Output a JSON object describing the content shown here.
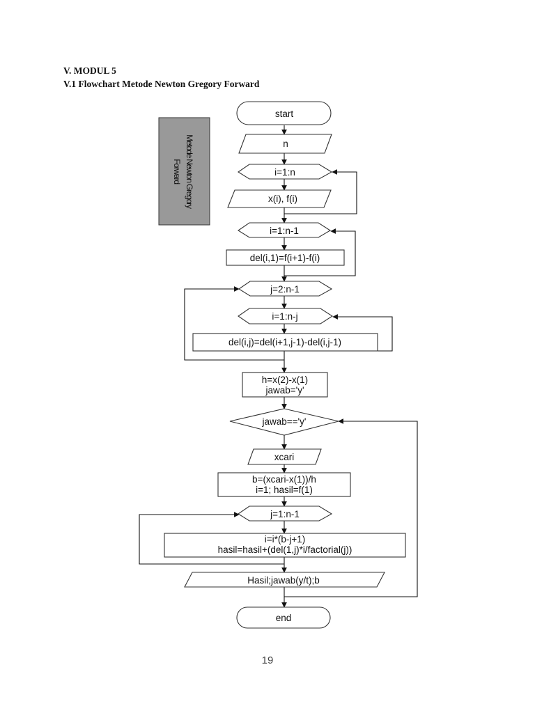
{
  "heading": {
    "module": "V. MODUL 5",
    "section": "V.1  Flowchart Metode Newton Gregory Forward"
  },
  "sidebar_box": {
    "line1": "Metode Newton Gregory",
    "line2": "Forward"
  },
  "flowchart": {
    "start": "start",
    "input_n": "n",
    "loop_i1": "i=1:n",
    "input_xf": "x(i), f(i)",
    "loop_i2": "i=1:n-1",
    "del_first": "del(i,1)=f(i+1)-f(i)",
    "loop_j1": "j=2:n-1",
    "loop_i3": "i=1:n-j",
    "del_general": "del(i,j)=del(i+1,j-1)-del(i,j-1)",
    "init_line1": "h=x(2)-x(1)",
    "init_line2": "jawab='y'",
    "decision": "jawab=='y'",
    "input_xcari": "xcari",
    "b_line1": "b=(xcari-x(1))/h",
    "b_line2": "i=1; hasil=f(1)",
    "loop_j2": "j=1:n-1",
    "calc_line1": "i=i*(b-j+1)",
    "calc_line2": "hasil=hasil+(del(1,j)*i/factorial(j))",
    "output": "Hasil;jawab(y/t);b",
    "end": "end"
  },
  "page_number": "19"
}
